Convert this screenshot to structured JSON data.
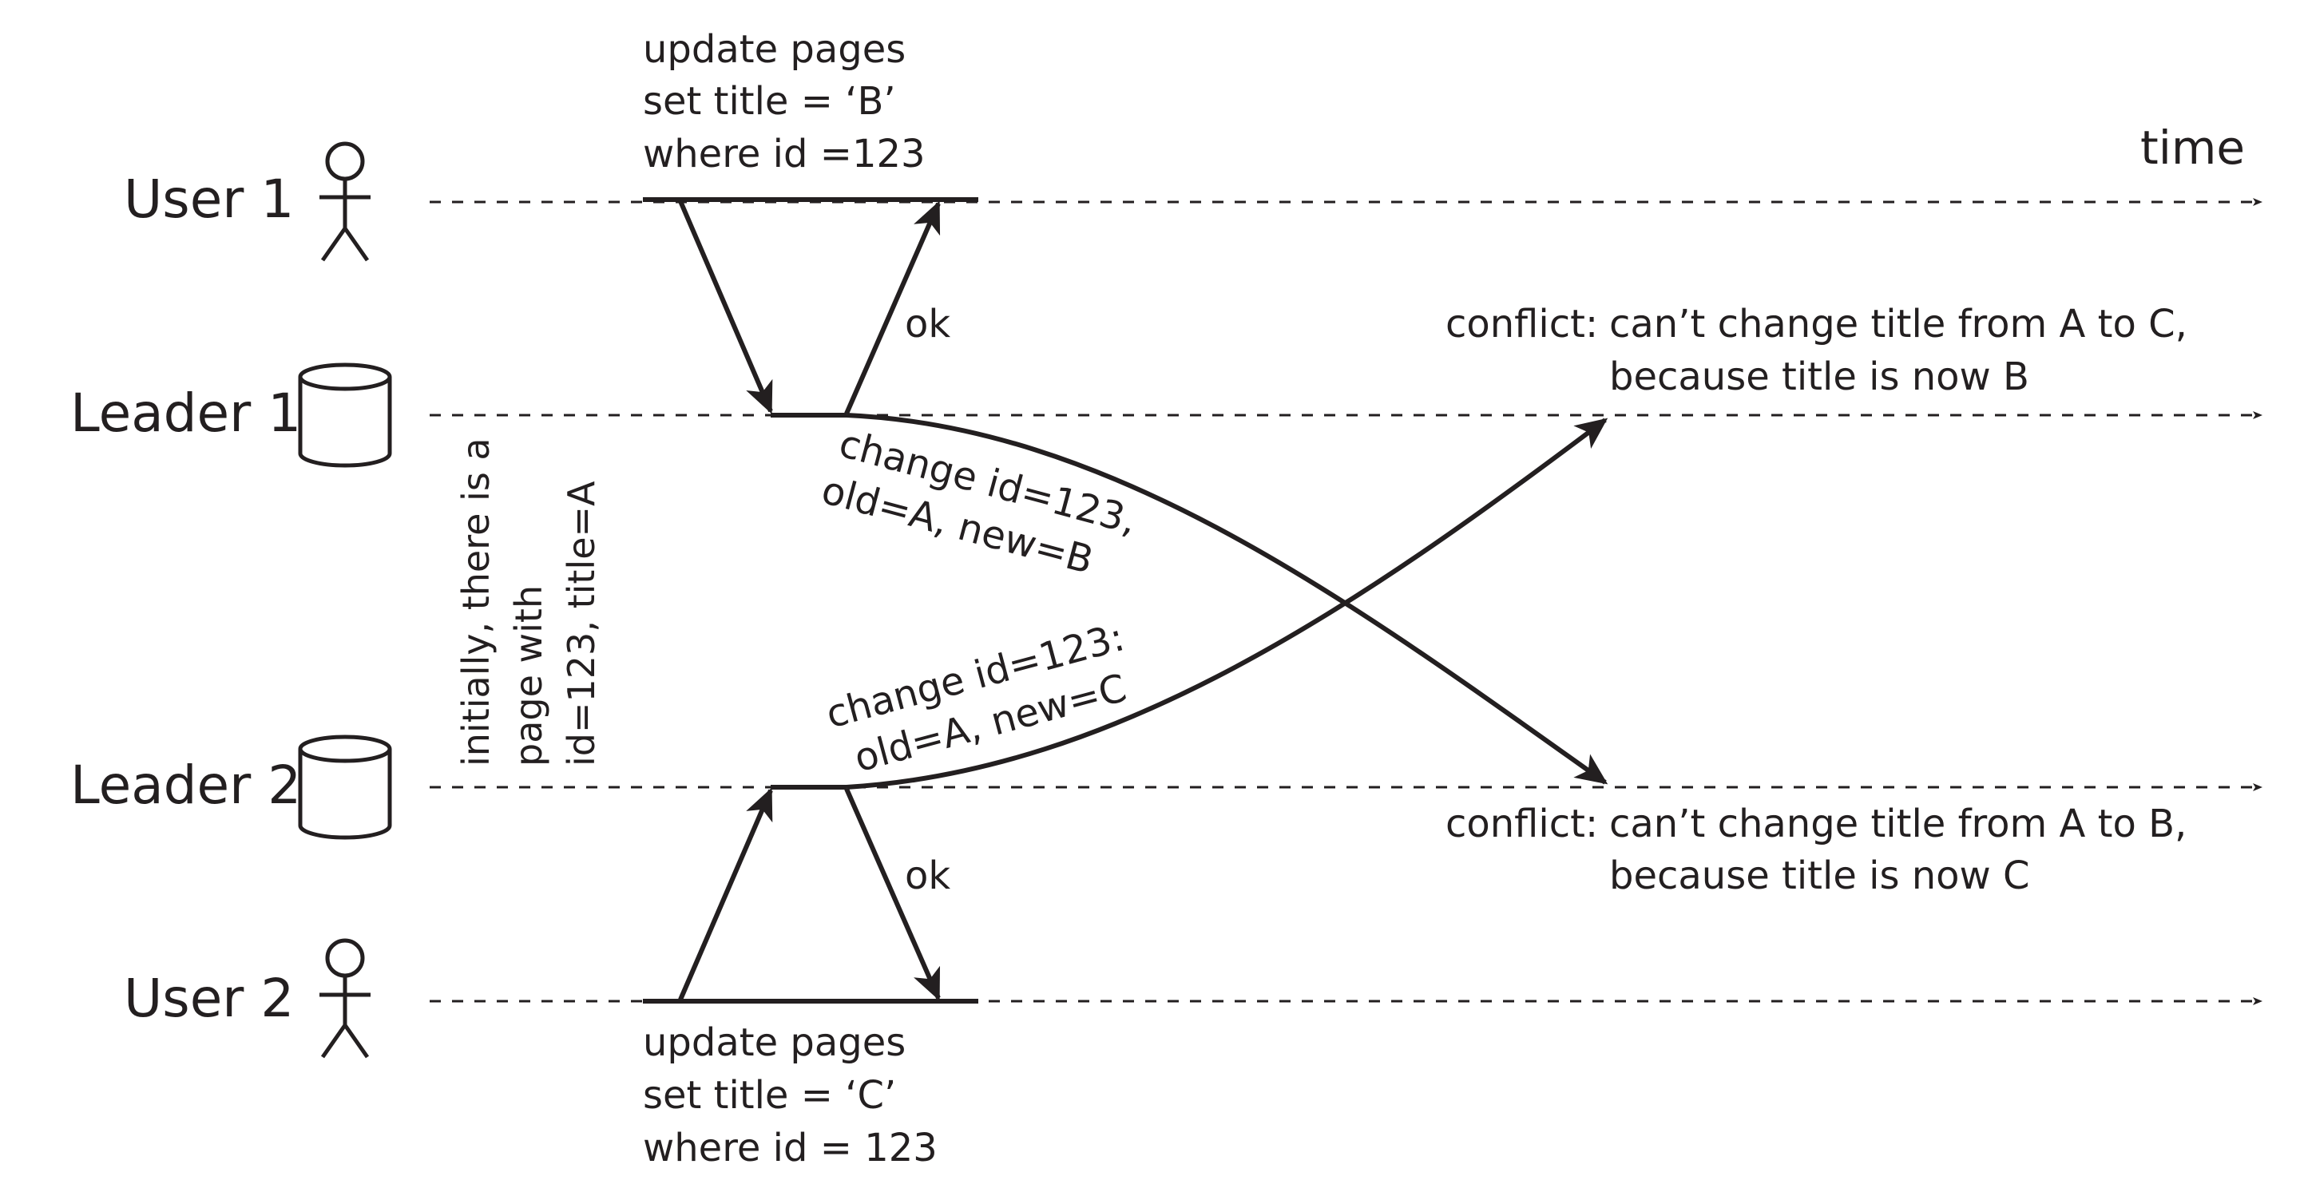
{
  "axis": {
    "time_label": "time"
  },
  "lanes": {
    "user1": "User 1",
    "leader1": "Leader 1",
    "leader2": "Leader 2",
    "user2": "User 2"
  },
  "icons": {
    "user1": "person-icon",
    "leader1": "database-icon",
    "leader2": "database-icon",
    "user2": "person-icon"
  },
  "queries": {
    "user1": [
      "update pages",
      "set title = ‘B’",
      "where id =123"
    ],
    "user2": [
      "update pages",
      "set title = ‘C’",
      "where id = 123"
    ]
  },
  "acks": {
    "top": "ok",
    "bottom": "ok"
  },
  "initial_note": [
    "initially, there is a",
    "page with",
    "id=123, title=A"
  ],
  "changes": {
    "leader1_to_leader2": [
      "change id=123,",
      "old=A, new=B"
    ],
    "leader2_to_leader1": [
      "change id=123:",
      "old=A, new=C"
    ]
  },
  "conflicts": {
    "leader1": {
      "prefix": "conflict:",
      "lines": [
        "can’t change title from A to C,",
        "because title is now B"
      ]
    },
    "leader2": {
      "prefix": "conflict:",
      "lines": [
        "can’t change title from A to B,",
        "because title is now C"
      ]
    }
  }
}
